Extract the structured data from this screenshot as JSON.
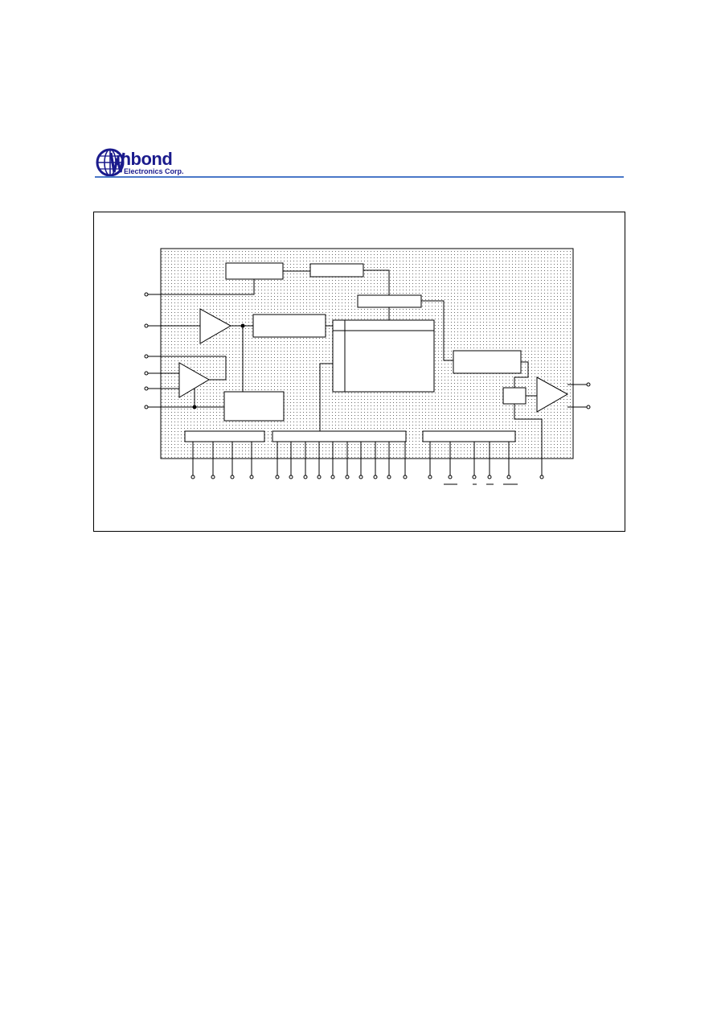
{
  "header": {
    "logo_word": "inbond",
    "logo_subtitle": "Electronics Corp.",
    "rule_color": "#4a78c8",
    "brand_color": "#1a1a8c"
  },
  "diagram": {
    "type": "block-diagram",
    "fill_pattern": "dotted",
    "blocks": [
      "top-left-block",
      "top-center-block",
      "mux-block",
      "amp-output-block",
      "memory-array",
      "right-block",
      "small-block",
      "lower-left-block",
      "bus-left",
      "bus-center",
      "bus-right"
    ],
    "amplifiers": [
      "input-amp-upper",
      "input-amp-lower",
      "output-amp"
    ],
    "left_pin_count": 6,
    "right_pin_count": 2,
    "bottom_left_pin_count": 4,
    "bottom_center_pin_count": 10,
    "bottom_right_pin_count": 5,
    "bottom_extra_pin_count": 1
  }
}
